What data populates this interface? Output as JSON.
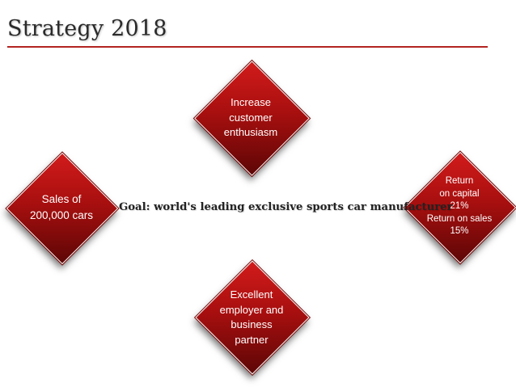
{
  "slide": {
    "title": "Strategy 2018",
    "accent_color": "#b32421"
  },
  "diagram": {
    "goal": "Goal: world's leading exclusive sports car manufacturer",
    "top": {
      "line1": "Increase",
      "line2": "customer",
      "line3": "enthusiasm"
    },
    "left": {
      "line1": "Sales of",
      "line2": "200,000 cars"
    },
    "right": {
      "line1": "Return",
      "line2": "on capital",
      "line3": "21%",
      "line4": "Return on sales",
      "line5": "15%"
    },
    "bottom": {
      "line1": "Excellent",
      "line2": "employer and",
      "line3": "business",
      "line4": "partner"
    }
  }
}
